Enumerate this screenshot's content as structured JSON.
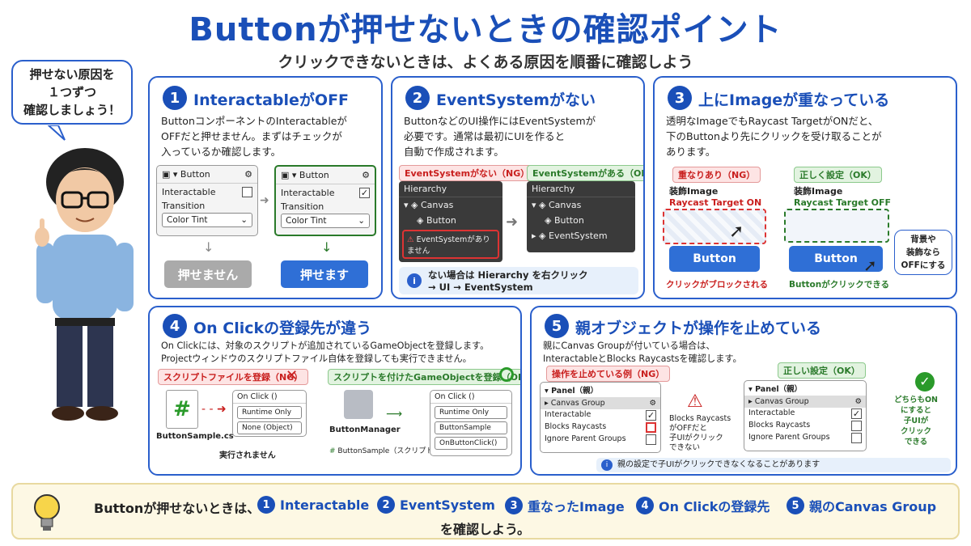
{
  "title": "Buttonが押せないときの確認ポイント",
  "subtitle": "クリックできないときは、よくある原因を順番に確認しよう",
  "bubble": {
    "line1": "押せない原因を",
    "line2": "１つずつ",
    "line3": "確認しましょう！"
  },
  "c1": {
    "num": "1",
    "title": "InteractableがOFF",
    "body1": "ButtonコンポーネントのInteractableが",
    "body2": "OFFだと押せません。まずはチェックが",
    "body3": "入っているか確認します。",
    "panel_title": "Button",
    "interactable": "Interactable",
    "transition": "Transition",
    "tint": "Color Tint",
    "check": "✓",
    "ng_btn": "押せません",
    "ok_btn": "押せます"
  },
  "c2": {
    "num": "2",
    "title": "EventSystemがない",
    "body1": "ButtonなどのUI操作にはEventSystemが",
    "body2": "必要です。通常は最初にUIを作ると",
    "body3": "自動で作成されます。",
    "ng_tag": "EventSystemがない（NG）",
    "ok_tag": "EventSystemがある（OK）",
    "hier": "Hierarchy",
    "canvas": "Canvas",
    "button": "Button",
    "missing": "EventSystemがありません",
    "es": "EventSystem",
    "info1": "ない場合は Hierarchy を右クリック",
    "info2": "→ UI → EventSystem"
  },
  "c3": {
    "num": "3",
    "title": "上にImageが重なっている",
    "body1": "透明なImageでもRaycast TargetがONだと、",
    "body2": "下のButtonより先にクリックを受け取ることが",
    "body3": "あります。",
    "ng_tag": "重なりあり（NG）",
    "ok_tag": "正しく設定（OK）",
    "deco": "装飾Image",
    "rt_on": "Raycast Target ON",
    "rt_off": "Raycast Target OFF",
    "button": "Button",
    "blocked": "クリックがブロックされる",
    "clickable": "Buttonがクリックできる",
    "tip1": "背景や",
    "tip2": "装飾なら",
    "tip3": "OFFにする"
  },
  "c4": {
    "num": "4",
    "title": "On Clickの登録先が違う",
    "body1": "On Clickには、対象のスクリプトが追加されているGameObjectを登録します。",
    "body2": "Projectウィンドウのスクリプトファイル自体を登録しても実行できません。",
    "ng_tag": "スクリプトファイルを登録（NG）",
    "ok_tag": "スクリプトを付けたGameObjectを登録（OK）",
    "file": "ButtonSample.cs",
    "onclick": "On Click ()",
    "runtime": "Runtime Only",
    "none": "None (Object)",
    "fail": "実行されません",
    "mgr": "ButtonManager",
    "comp": "ButtonSample（スクリプト）",
    "sample": "ButtonSample",
    "method": "OnButtonClick()"
  },
  "c5": {
    "num": "5",
    "title": "親オブジェクトが操作を止めている",
    "body1": "親にCanvas Groupが付いている場合は、",
    "body2": "InteractableとBlocks Raycastsを確認します。",
    "ng_tag": "操作を止めている例（NG）",
    "ok_tag": "正しい設定（OK）",
    "panel": "Panel（親）",
    "cg": "Canvas Group",
    "interactable": "Interactable",
    "blocks": "Blocks Raycasts",
    "ignore": "Ignore Parent Groups",
    "note1": "Blocks Raycasts",
    "note2": "がOFFだと",
    "note3": "子UIがクリック",
    "note4": "できない",
    "ok1": "どちらもON",
    "ok2": "にすると",
    "ok3": "子UIが",
    "ok4": "クリック",
    "ok5": "できる",
    "info": "親の設定で子UIがクリックできなくなることがあります"
  },
  "bottom": {
    "lead": "Buttonが押せないときは、",
    "i1": "Interactable",
    "i2": "EventSystem",
    "i3": "重なったImage",
    "i4": "On Clickの登録先",
    "i5": "親のCanvas Group",
    "tail": "を確認しよう。"
  },
  "colors": {
    "accent": "#1a4fb8",
    "ng": "#c9201f",
    "ok": "#2a7a2a"
  }
}
